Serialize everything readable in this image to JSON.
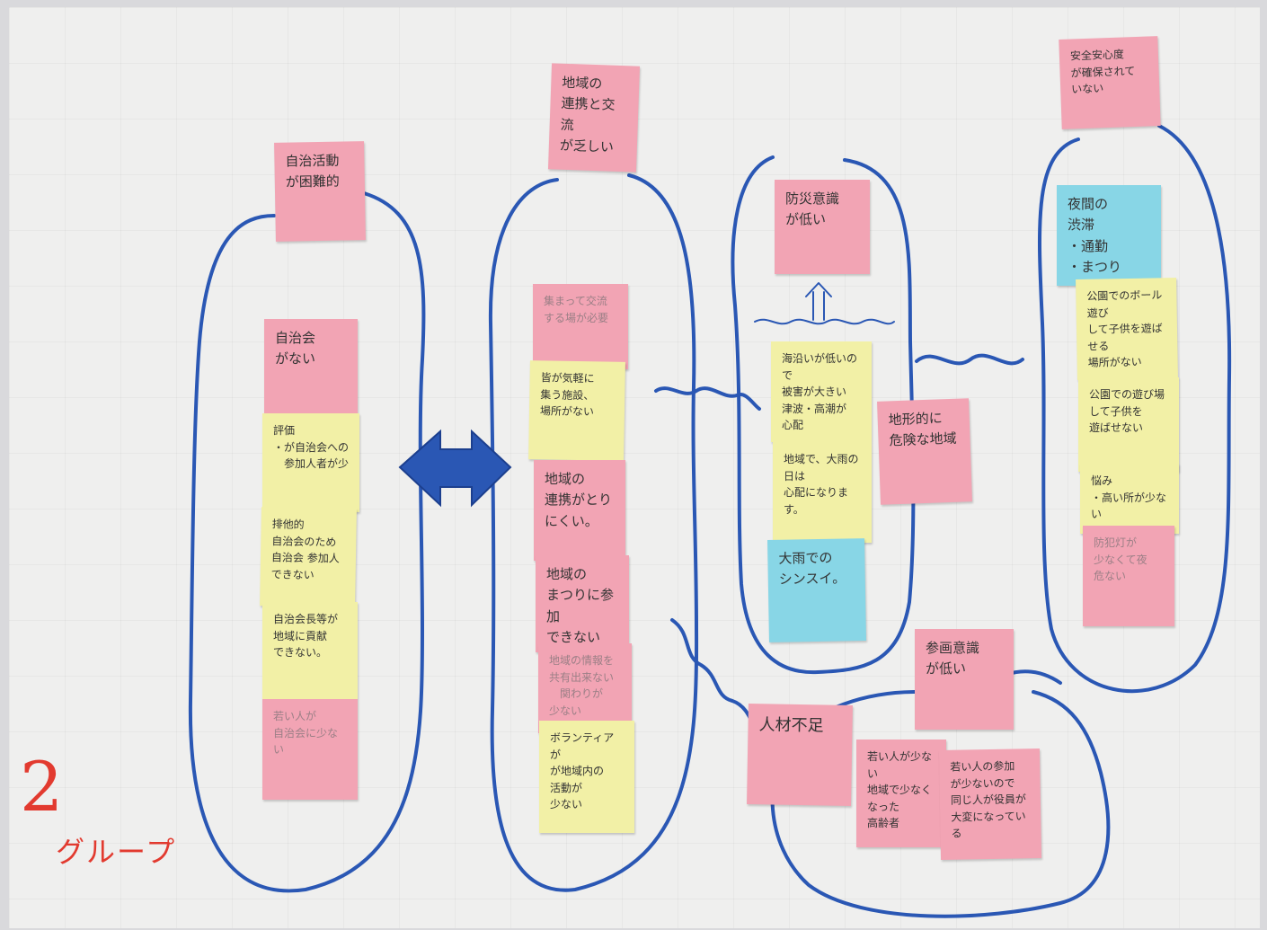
{
  "notes": {
    "col1_title": "自治活動\nが困難的",
    "col1_a": "自治会\nがない",
    "col1_b": "評価\n・が自治会への\n　参加人者が少",
    "col1_c": "排他的\n自治会のため\n自治会 参加人\nできない",
    "col1_d": "自治会長等が\n地域に貢献\nできない。",
    "col1_e": "若い人が\n自治会に少ない",
    "col2_title": "地域の\n連携と交流\nが乏しい",
    "col2_a": "集まって交流\nする場が必要",
    "col2_b": "皆が気軽に\n集う施設、\n場所がない",
    "col2_c": "地域の\n連携がとり\nにくい。",
    "col2_d": "地域の\nまつりに参加\nできない",
    "col2_e": "地域の情報を\n共有出来ない\n　関わりが\n少ない",
    "col2_f": "ボランティアが\nが地域内の\n活動が\n少ない",
    "col3_title": "防災意識\nが低い",
    "col3_a": "海沿いが低いので\n被害が大きい\n津波・高潮が\n心配",
    "col3_b": "地域で、大雨の日は\n心配になります。",
    "col3_c": "大雨での\nシンスイ。",
    "col3_side": "地形的に\n危険な地域",
    "col4_title": "安全安心度\nが確保されて\nいない",
    "col4_a": "夜間の\n渋滞\n・通勤\n・まつり",
    "col4_b": "公園でのボール遊び\nして子供を遊ばせる\n場所がない",
    "col4_c": "公園での遊び場\nして子供を\n遊ばせない",
    "col4_d": "悩み\n・高い所が少ない",
    "col4_e": "防犯灯が\n少なくて夜\n危ない",
    "bottom_title": "参画意識\nが低い",
    "bottom_a": "人材不足",
    "bottom_b": "若い人が少ない\n地域で少なくなった\n高齢者",
    "bottom_c": "若い人の参加\nが少ないので\n同じ人が役員が\n大変になっている"
  },
  "group_label": {
    "number": "2",
    "word": "グループ"
  },
  "colors": {
    "ink_blue": "#2a57b4",
    "marker_red": "#e23a2f",
    "sticky_pink": "#f2a4b4",
    "sticky_yellow": "#f2f0a6",
    "sticky_blue": "#88d6e6"
  }
}
